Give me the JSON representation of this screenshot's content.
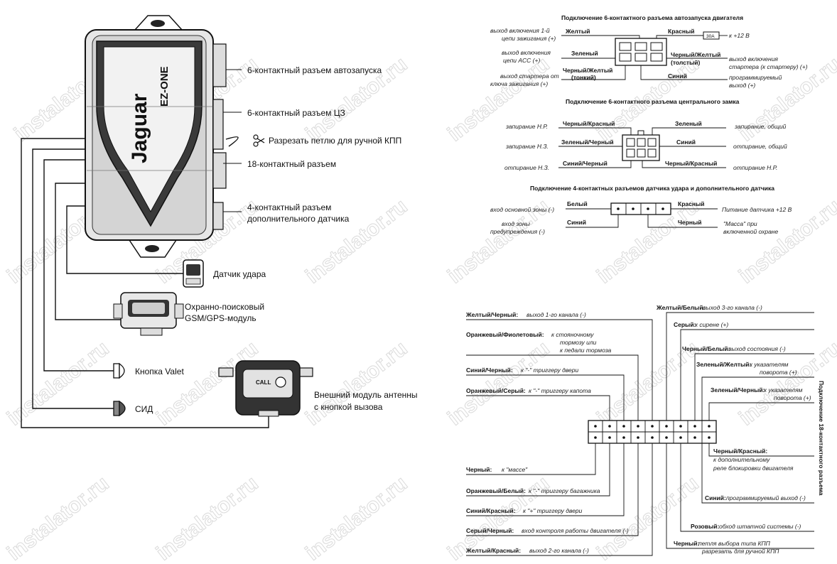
{
  "device": {
    "brand": "Jaguar",
    "model": "EZ-ONE"
  },
  "left_labels": {
    "autostart_6pin": "6-контактный разъем автозапуска",
    "cl_6pin": "6-контактный разъем ЦЗ",
    "cut_loop": "Разрезать петлю для ручной КПП",
    "conn_18pin": "18-контактный разъем",
    "sensor_4pin_1": "4-контактный разъем",
    "sensor_4pin_2": "дополнительного датчика",
    "shock_sensor": "Датчик удара",
    "gsm_1": "Охранно-поисковый",
    "gsm_2": "GSM/GPS-модуль",
    "valet": "Кнопка Valet",
    "led": "СИД",
    "antenna_1": "Внешний модуль антенны",
    "antenna_2": "с кнопкой вызова",
    "call_btn": "CALL"
  },
  "engine6": {
    "title": "Подключение 6-контактного разъема автозапуска двигателя",
    "fuse": "30A",
    "wires": {
      "yellow": "Желтый",
      "green": "Зеленый",
      "black_yellow_thin_1": "Черный/Желтый",
      "black_yellow_thin_2": "(тонкий)",
      "red": "Красный",
      "black_yellow_thick_1": "Черный/Желтый",
      "black_yellow_thick_2": "(толстый)",
      "blue": "Синий"
    },
    "desc": {
      "ign1_1": "выход включения 1-й",
      "ign1_2": "цепи зажигания (+)",
      "acc_1": "выход включения",
      "acc_2": "цепи ACC (+)",
      "starter_in_1": "выход стартера от",
      "starter_in_2": "ключа зажигания (+)",
      "plus12": "к +12 В",
      "starter_out_1": "выход включения",
      "starter_out_2": "стартера (к стартеру) (+)",
      "prog_1": "программируемый",
      "prog_2": "выход (+)"
    }
  },
  "lock6": {
    "title": "Подключение 6-контактного разъема центрального замка",
    "wires": {
      "black_red_l": "Черный/Красный",
      "green_black": "Зеленый/Черный",
      "blue_black": "Синий/Черный",
      "green": "Зеленый",
      "blue": "Синий",
      "black_red_r": "Черный/Красный"
    },
    "desc": {
      "lock_no": "запирание Н.Р.",
      "lock_nc": "запирание Н.З.",
      "unlock_nc": "отпирание Н.З.",
      "lock_common": "запирание, общий",
      "unlock_common": "отпирание, общий",
      "unlock_no": "отпирание Н.Р."
    }
  },
  "sensor4": {
    "title": "Подключение 4-контактных разъемов датчика удара и дополнительного датчика",
    "wires": {
      "white": "Белый",
      "blue": "Синий",
      "red": "Красный",
      "black": "Черный"
    },
    "desc": {
      "main_zone": "вход основной зоны (-)",
      "warn_1": "вход зоны",
      "warn_2": "предупреждения (-)",
      "power": "Питание датчика +12 В",
      "mass_1": "\"Масса\" при",
      "mass_2": "включенной охране"
    }
  },
  "conn18": {
    "title": "Подключение 18-контактного разъема",
    "left": [
      {
        "wire": "Желтый/Черный:",
        "desc": [
          "выход 1-го канала (-)"
        ]
      },
      {
        "wire": "Оранжевый/Фиолетовый:",
        "desc": [
          "к стояночному",
          "тормозу или",
          "к педали тормоза"
        ]
      },
      {
        "wire": "Синий/Черный:",
        "desc": [
          "к \"-\" триггеру двери"
        ]
      },
      {
        "wire": "Оранжевый/Серый:",
        "desc": [
          "к \"-\" триггеру капота"
        ]
      },
      {
        "wire": "Черный:",
        "desc": [
          "к \"массе\""
        ]
      },
      {
        "wire": "Оранжевый/Белый:",
        "desc": [
          "к \"-\" триггеру багажника"
        ]
      },
      {
        "wire": "Синий/Красный:",
        "desc": [
          "к \"+\" триггеру двери"
        ]
      },
      {
        "wire": "Серый/Черный:",
        "desc": [
          "вход контроля работы двигателя (-)"
        ]
      },
      {
        "wire": "Желтый/Красный:",
        "desc": [
          "выход 2-го канала (-)"
        ]
      }
    ],
    "right": [
      {
        "wire": "Желтый/Белый:",
        "desc": [
          "выход 3-го канала (-)"
        ]
      },
      {
        "wire": "Серый:",
        "desc": [
          "к сирене (+)"
        ]
      },
      {
        "wire": "Черный/Белый:",
        "desc": [
          "выход состояния (-)"
        ]
      },
      {
        "wire": "Зеленый/Желтый:",
        "desc": [
          "к указателям",
          "поворота (+)"
        ]
      },
      {
        "wire": "Зеленый/Черный:",
        "desc": [
          "к указателям",
          "поворота (+)"
        ]
      },
      {
        "wire": "Черный/Красный:",
        "desc": [
          "к дополнительному",
          "реле блокировки двигателя"
        ]
      },
      {
        "wire": "Синий:",
        "desc": [
          "программируемый выход (-)"
        ]
      },
      {
        "wire": "Розовый:",
        "desc": [
          "обход штатной системы (-)"
        ]
      },
      {
        "wire": "Черный:",
        "desc": [
          "петля выбора типа КПП",
          "разрезать для ручной КПП"
        ]
      }
    ]
  },
  "watermark": "instalator.ru"
}
